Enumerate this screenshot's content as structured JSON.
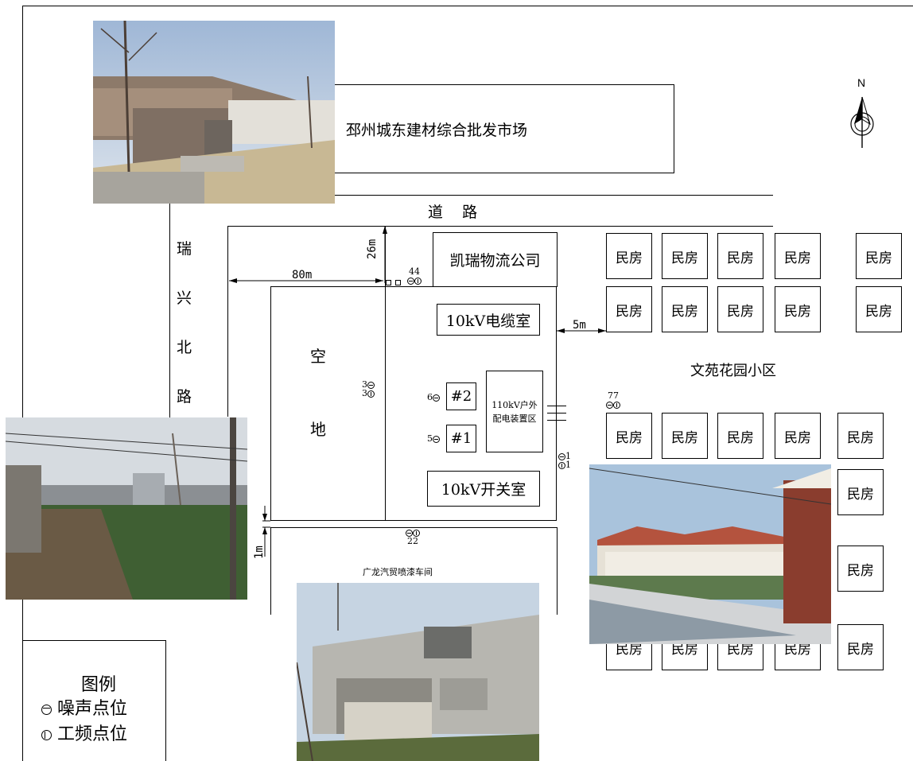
{
  "north": "N",
  "labels": {
    "market": "邳州城东建材综合批发市场",
    "road": "道    路",
    "street": [
      "瑞",
      "兴",
      "北",
      "路"
    ],
    "logistics": "凯瑞物流公司",
    "open_land": [
      "空",
      "地"
    ],
    "cable_room": "10kV电缆室",
    "switch_room": "10kV开关室",
    "transformer_1": "#1",
    "transformer_2": "#2",
    "outdoor_equipment": [
      "110kV户外",
      "配电装置区"
    ],
    "community": "文苑花园小区",
    "paint_shop": "广龙汽贸喷漆车间",
    "house": "民房"
  },
  "dimensions": {
    "d80": "80m",
    "d26": "26m",
    "d5": "5m",
    "d1": "1m"
  },
  "points": {
    "p4": "4",
    "p3": "3",
    "p2": "2",
    "p1": "1",
    "p5": "5",
    "p6": "6",
    "p7": "7"
  },
  "legend": {
    "title": "图例",
    "noise": "噪声点位",
    "power_freq": "工频点位"
  },
  "icons": [
    "north-arrow-icon",
    "noise-point-icon",
    "power-frequency-point-icon"
  ]
}
